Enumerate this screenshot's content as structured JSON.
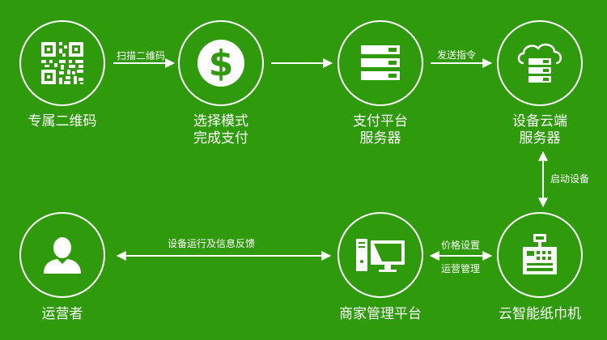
{
  "colors": {
    "background": "#2e9a0c",
    "foreground": "#ffffff"
  },
  "nodes": {
    "qr": {
      "icon": "qr-code-icon",
      "lines": [
        "专属二维码"
      ]
    },
    "pay": {
      "icon": "dollar-coin-icon",
      "lines": [
        "选择模式",
        "完成支付"
      ]
    },
    "platform": {
      "icon": "server-rack-icon",
      "lines": [
        "支付平台",
        "服务器"
      ]
    },
    "cloud": {
      "icon": "cloud-server-icon",
      "lines": [
        "设备云端",
        "服务器"
      ]
    },
    "operator": {
      "icon": "person-icon",
      "lines": [
        "运营者"
      ]
    },
    "merchant": {
      "icon": "computer-monitor-icon",
      "lines": [
        "商家管理平台"
      ]
    },
    "machine": {
      "icon": "cash-register-icon",
      "lines": [
        "云智能纸巾机"
      ]
    }
  },
  "edges": {
    "scan": "扫描二维码",
    "command": "发送指令",
    "start": "启动设备",
    "price": "价格设置",
    "ops": "运营管理",
    "feedback": "设备运行及信息反馈"
  }
}
